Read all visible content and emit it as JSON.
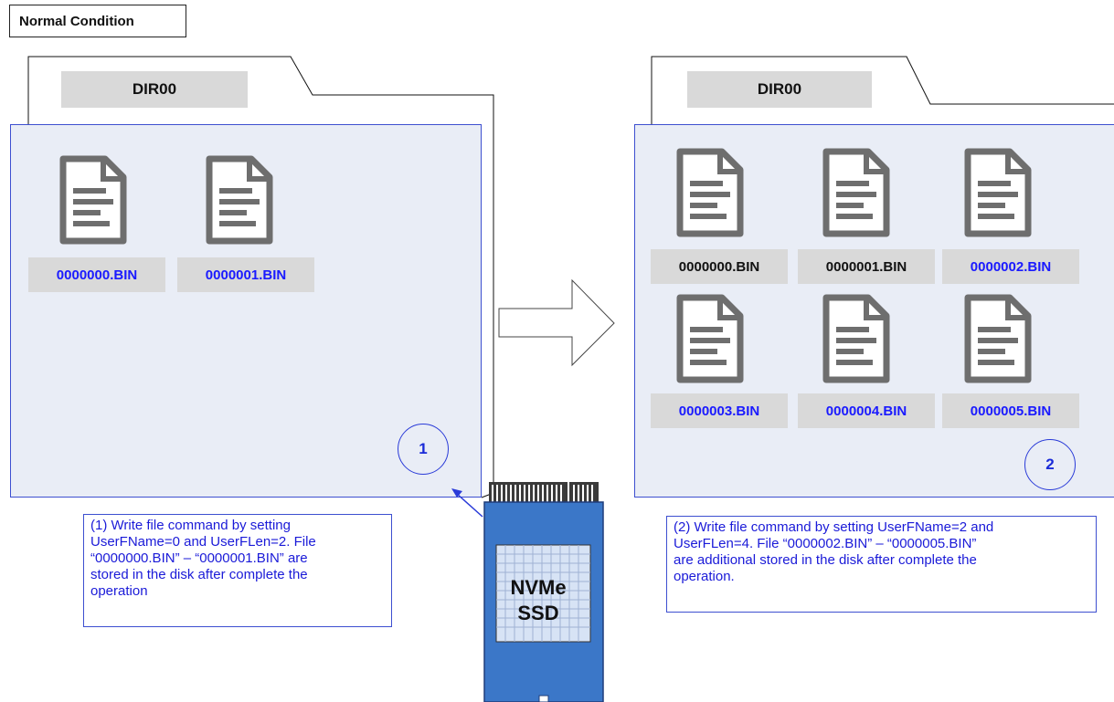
{
  "title": "Normal Condition",
  "left_folder": {
    "label": "DIR00",
    "files": [
      "0000000.BIN",
      "0000001.BIN"
    ],
    "step": "1",
    "note": [
      "(1) Write file command by setting",
      "UserFName=0 and UserFLen=2. File",
      "“0000000.BIN” – “0000001.BIN” are",
      "stored in the disk after complete the",
      "operation"
    ]
  },
  "right_folder": {
    "label": "DIR00",
    "files": [
      "0000000.BIN",
      "0000001.BIN",
      "0000002.BIN",
      "0000003.BIN",
      "0000004.BIN",
      "0000005.BIN"
    ],
    "step": "2",
    "note": [
      "(2) Write file command by setting UserFName=2 and",
      "UserFLen=4. File “0000002.BIN” – “0000005.BIN”",
      "are additional stored in the disk after complete the",
      "operation."
    ]
  },
  "ssd": {
    "line1": "NVMe",
    "line2": "SSD"
  },
  "colors": {
    "blue_text": "#1a1aff",
    "panel": "#e9edf6",
    "ssd_body": "#3b77c8"
  }
}
